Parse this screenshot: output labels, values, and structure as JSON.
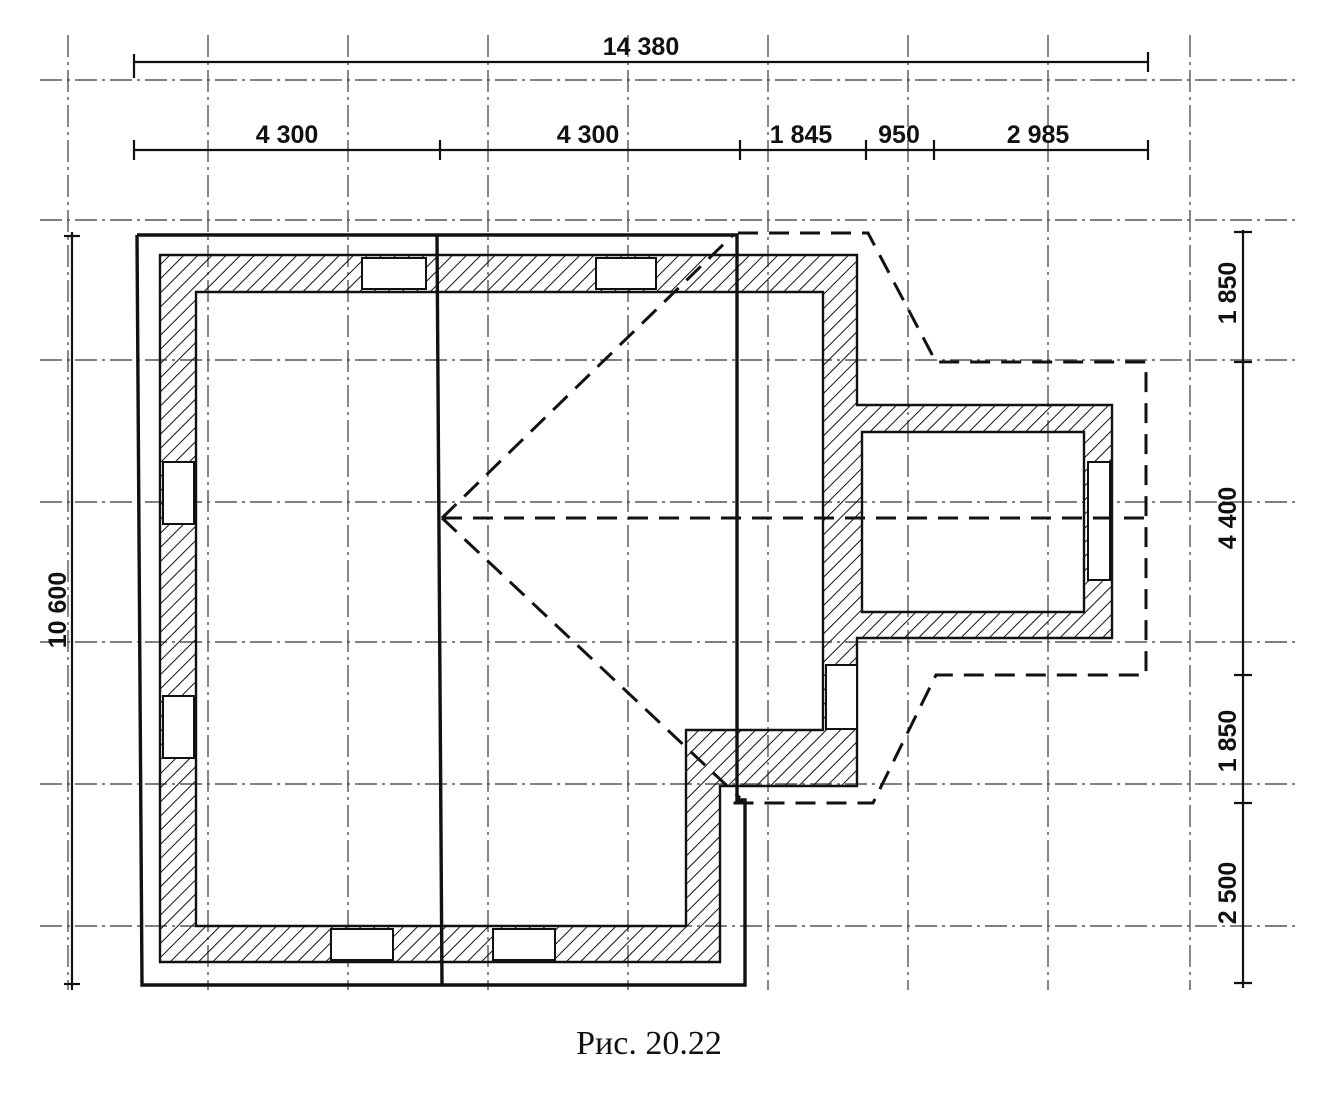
{
  "dimensions": {
    "overall_width": "14 380",
    "segments": [
      "4 300",
      "4 300",
      "1 845",
      "950",
      "2 985"
    ],
    "overall_height": "10 600",
    "right_segments": [
      "1 850",
      "4 400",
      "1 850",
      "2 500"
    ]
  },
  "caption": "Рис. 20.22"
}
